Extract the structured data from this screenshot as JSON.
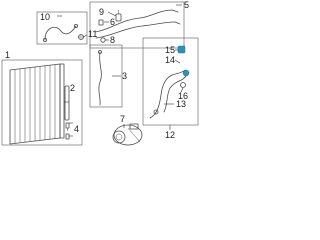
{
  "callouts": {
    "c1": "1",
    "c2": "2",
    "c3": "3",
    "c4": "4",
    "c5": "5",
    "c6": "6",
    "c7": "7",
    "c8": "8",
    "c9": "9",
    "c10": "10",
    "c11": "11",
    "c12": "12",
    "c13": "13",
    "c14": "14",
    "c15": "15",
    "c16": "16"
  },
  "colors": {
    "line": "#4a4a4a",
    "highlight": "#2f8fb8",
    "text": "#222222"
  }
}
